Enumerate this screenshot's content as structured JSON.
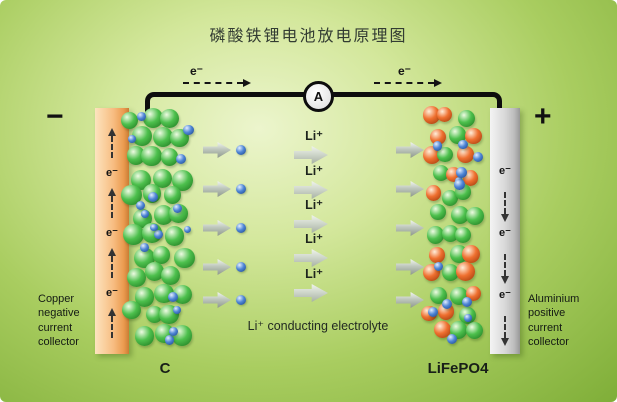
{
  "title": "磷酸铁锂电池放电原理图",
  "circuit": {
    "ammeter_label": "A",
    "left_electron_label": "e⁻",
    "right_electron_label": "e⁻"
  },
  "left": {
    "sign": "−",
    "collector_note": "Copper negative current collector",
    "electrode_label": "C",
    "electron_labels": [
      "e⁻",
      "e⁻",
      "e⁻"
    ]
  },
  "right": {
    "sign": "+",
    "collector_note": "Aluminium positive current collector",
    "electrode_label": "LiFePO4",
    "electron_labels": [
      "e⁻",
      "e⁻",
      "e⁻"
    ]
  },
  "electrolyte": {
    "ion_labels": [
      "Li⁺",
      "Li⁺",
      "Li⁺",
      "Li⁺",
      "Li⁺"
    ],
    "caption": "Li⁺ conducting electrolyte"
  },
  "colors": {
    "background_center": "#ecf5cd",
    "background_edge": "#7fae38",
    "copper_light": "#fde4bf",
    "copper_dark": "#c97c34",
    "aluminium_light": "#f4f4f4",
    "aluminium_dark": "#989898",
    "wire": "#0d0d0d",
    "arrow": "#9aa39a",
    "sphere_green": {
      "hi": "#eefbe2",
      "mid": "#4dc04d",
      "lo": "#1b741b"
    },
    "sphere_blue": {
      "hi": "#e4efff",
      "mid": "#4f86d6",
      "lo": "#173f85"
    },
    "sphere_orange": {
      "hi": "#ffeeda",
      "mid": "#ef7030",
      "lo": "#973406"
    }
  }
}
